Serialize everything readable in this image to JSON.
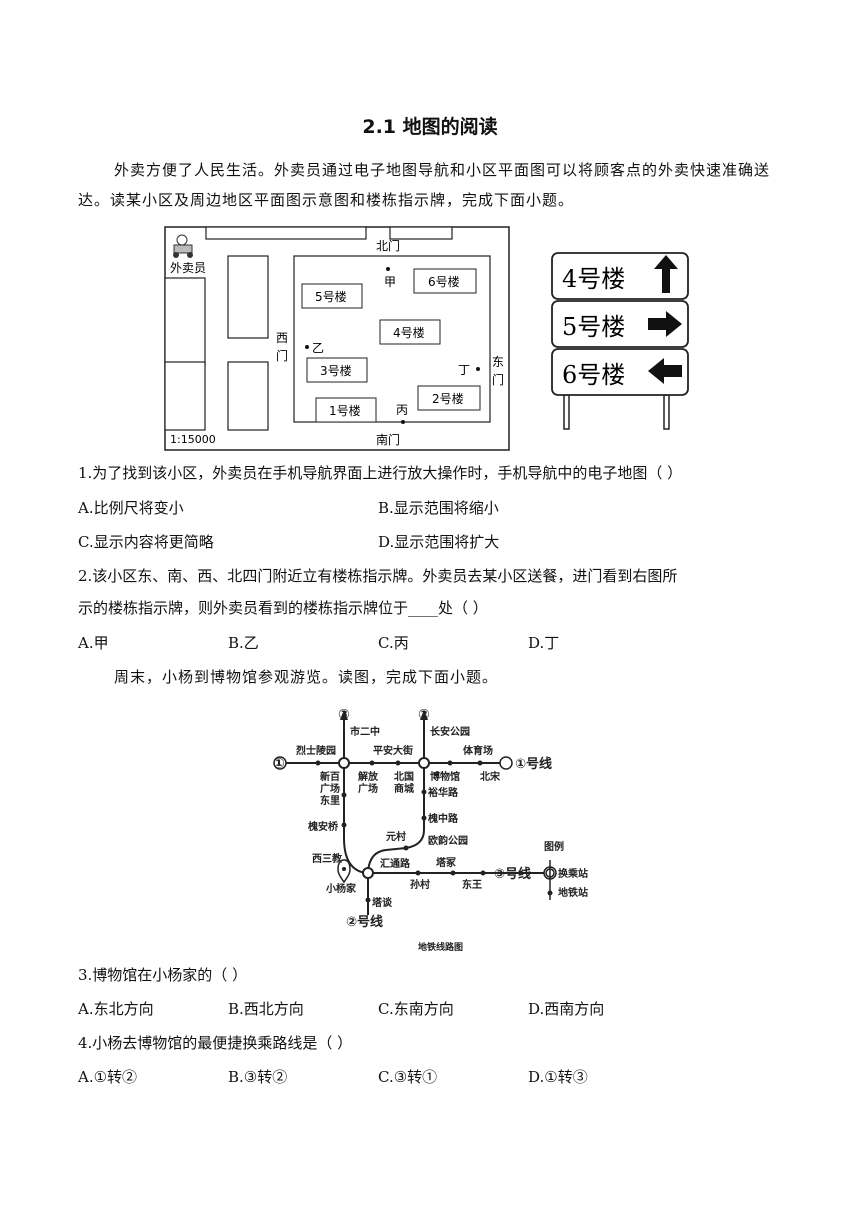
{
  "title": "2.1 地图的阅读",
  "intro1": "外卖方便了人民生活。外卖员通过电子地图导航和小区平面图可以将顾客点的外卖快速准确送达。读某小区及周边地区平面图示意图和楼栋指示牌，完成下面小题。",
  "map1": {
    "delivery": "外卖员",
    "north_gate": "北门",
    "south_gate": "南门",
    "west_gate_1": "西",
    "west_gate_2": "门",
    "east_gate_1": "东",
    "east_gate_2": "门",
    "jia": "甲",
    "yi": "乙",
    "bing": "丙",
    "ding": "丁",
    "b5": "5号楼",
    "b6": "6号楼",
    "b4": "4号楼",
    "b3": "3号楼",
    "b2": "2号楼",
    "b1": "1号楼",
    "scale": "1:15000"
  },
  "sign": {
    "s4": "4号楼",
    "s5": "5号楼",
    "s6": "6号楼"
  },
  "q1": {
    "stem": "1.为了找到该小区，外卖员在手机导航界面上进行放大操作时，手机导航中的电子地图（   ）",
    "a": "A.比例尺将变小",
    "b": "B.显示范围将缩小",
    "c": "C.显示内容将更简略",
    "d": "D.显示范围将扩大"
  },
  "q2": {
    "stem_1": "2.该小区东、南、西、北四门附近立有楼栋指示牌。外卖员去某小区送餐，进门看到右图所",
    "stem_2": "示的楼栋指示牌，则外卖员看到的楼栋指示牌位于____处（   ）",
    "a": "A.甲",
    "b": "B.乙",
    "c": "C.丙",
    "d": "D.丁"
  },
  "intro2": "周末，小杨到博物馆参观游览。读图，完成下面小题。",
  "metro": {
    "line3_top": "③",
    "line2_top": "②",
    "line1_left": "①",
    "shierzhong": "市二中",
    "changan": "长安公园",
    "lieshi": "烈士陵园",
    "pingan": "平安大街",
    "tiyuchang": "体育场",
    "line1_label": "①号线",
    "xinbai_1": "新百",
    "xinbai_2": "广场",
    "jiefang_1": "解放",
    "jiefang_2": "广场",
    "beiguo_1": "北国",
    "beiguo_2": "商城",
    "bowuguan": "博物馆",
    "beisong": "北宋",
    "dongli": "东里",
    "yuhua": "裕华路",
    "huaian": "槐安桥",
    "huaizhong": "槐中路",
    "yuancun": "元村",
    "ouyun": "欧韵公园",
    "legend": "图例",
    "xisanjiao": "西三教",
    "huitong": "汇通路",
    "tajia": "塔冢",
    "line3_label": "③号线",
    "transfer": "换乘站",
    "station": "地铁站",
    "home": "小杨家",
    "suncun": "孙村",
    "dongwang": "东王",
    "tatan": "塔谈",
    "line2_label": "②号线",
    "caption": "地铁线路图"
  },
  "q3": {
    "stem": "3.博物馆在小杨家的（   ）",
    "a": "A.东北方向",
    "b": "B.西北方向",
    "c": "C.东南方向",
    "d": "D.西南方向"
  },
  "q4": {
    "stem": "4.小杨去博物馆的最便捷换乘路线是（   ）",
    "a": "A.①转②",
    "b": "B.③转②",
    "c": "C.③转①",
    "d": "D.①转③"
  }
}
